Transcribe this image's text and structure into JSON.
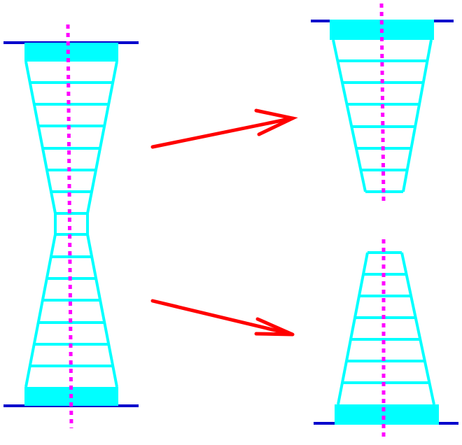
{
  "diagram": {
    "description_labels": [],
    "colors": {
      "plate": "#00ffff",
      "wall": "#00ffff",
      "axis": "#ff00ff",
      "arrow": "#ff0000",
      "base_line": "#0000cc",
      "background": "#ffffff"
    },
    "shapes": {
      "left": "hourglass-neck",
      "top_right": "upper-fragment",
      "bottom_right": "lower-fragment"
    },
    "connectors": [
      "arrow-to-upper-fragment",
      "arrow-to-lower-fragment"
    ]
  }
}
